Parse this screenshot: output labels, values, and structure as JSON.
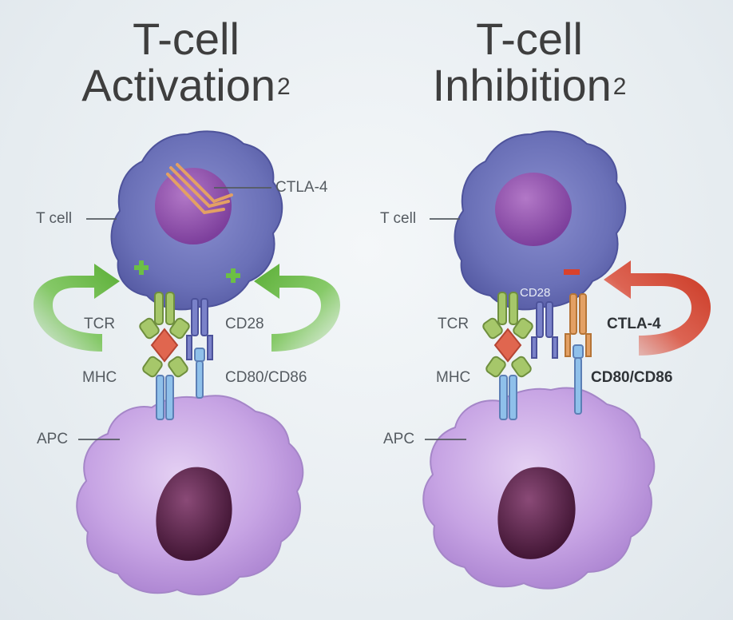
{
  "panels": [
    {
      "title_line1": "T-cell",
      "title_line2": "Activation",
      "title_sup": "2",
      "labels": {
        "t_cell": "T cell",
        "ctla4": "CTLA-4",
        "tcr": "TCR",
        "cd28": "CD28",
        "mhc": "MHC",
        "cd80_cd86": "CD80/CD86",
        "apc": "APC"
      },
      "signal": "+",
      "arrow_color": "#6cbf45"
    },
    {
      "title_line1": "T-cell",
      "title_line2": "Inhibition",
      "title_sup": "2",
      "labels": {
        "t_cell": "T cell",
        "cd28": "CD28",
        "tcr": "TCR",
        "ctla4": "CTLA-4",
        "mhc": "MHC",
        "cd80_cd86": "CD80/CD86",
        "apc": "APC"
      },
      "signal": "−",
      "arrow_color": "#d9412b"
    }
  ],
  "colors": {
    "t_cell": "#6d72b8",
    "t_cell_nucleus": "#8d4fa8",
    "apc": "#c6a3e3",
    "apc_nucleus": "#5a2148",
    "ctla4": "#e3a064",
    "tcr": "#a6c76a",
    "mhc_peptide": "#e0664f",
    "cd28": "#7a82c9",
    "cd80": "#7fb4e3"
  }
}
